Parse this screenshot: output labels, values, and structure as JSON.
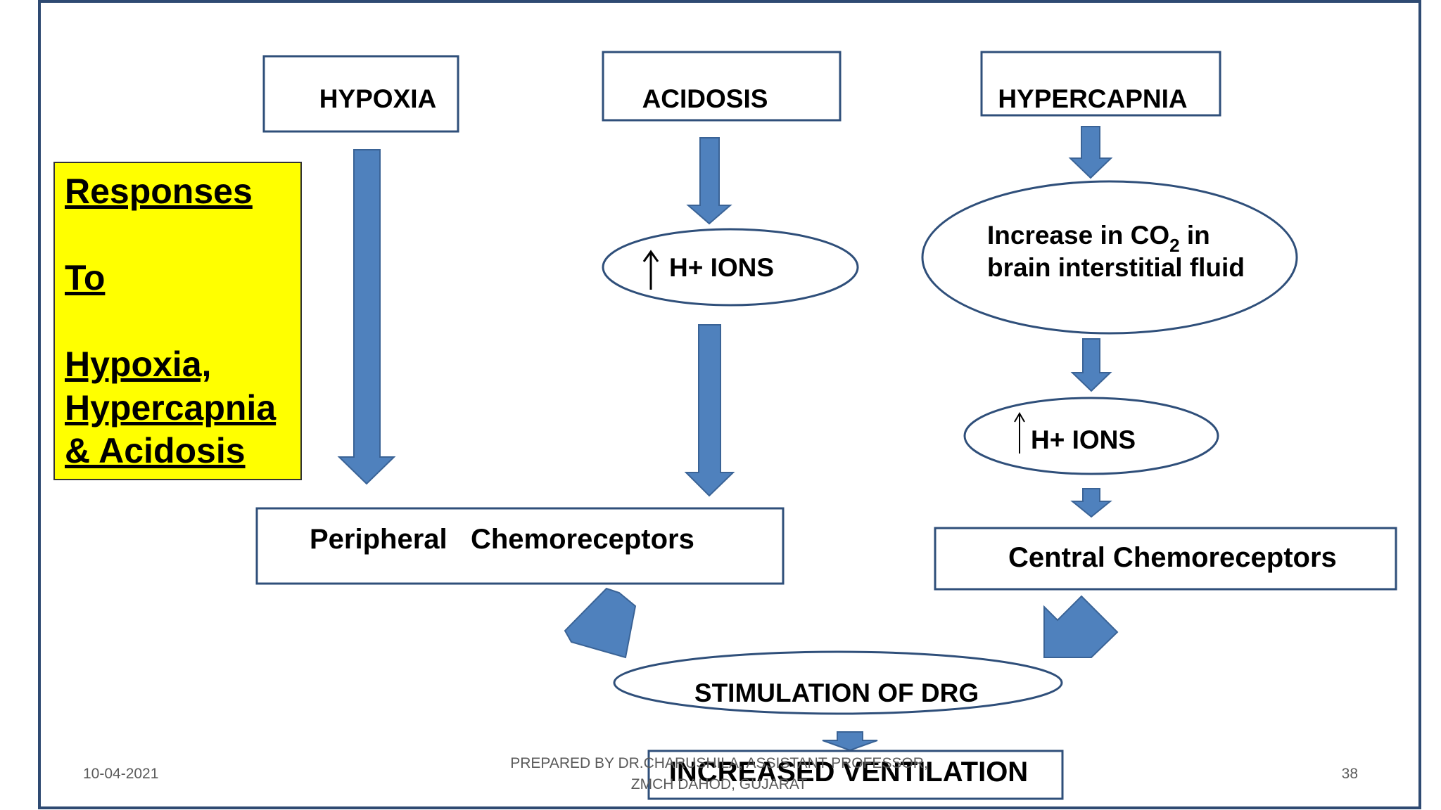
{
  "colors": {
    "arrow_fill": "#4f81bd",
    "arrow_stroke": "#3a6396",
    "shape_stroke": "#2f4f7a",
    "frame": "#2e4a72",
    "callout_fill": "#ffff00",
    "output_text": "#e00000"
  },
  "diagram": {
    "boxes": {
      "hypoxia": "HYPOXIA",
      "acidosis": "ACIDOSIS",
      "hypercapnia": "HYPERCAPNIA",
      "peripheral": "Peripheral   Chemoreceptors",
      "central": "Central Chemoreceptors",
      "output": "INCREASED VENTILATION"
    },
    "ellipses": {
      "h_ions_left": "H+ IONS",
      "co2_line1_a": "Increase in CO",
      "co2_sub": "2",
      "co2_line1_b": " in",
      "co2_line2": "brain interstitial fluid",
      "h_ions_right": "H+ IONS",
      "drg": "STIMULATION OF DRG"
    },
    "up_arrow_symbol": "↑"
  },
  "callout": {
    "line1": "Responses",
    "line2": "To",
    "line3": "Hypoxia,",
    "line4": "Hypercapnia",
    "line5": "& Acidosis"
  },
  "footer": {
    "date": "10-04-2021",
    "credit_line1": "PREPARED BY DR.CHARUSHILA, ASSISTANT PROFESSOR,",
    "credit_line2": "ZMCH DAHOD, GUJARAT",
    "page_number": "38"
  }
}
